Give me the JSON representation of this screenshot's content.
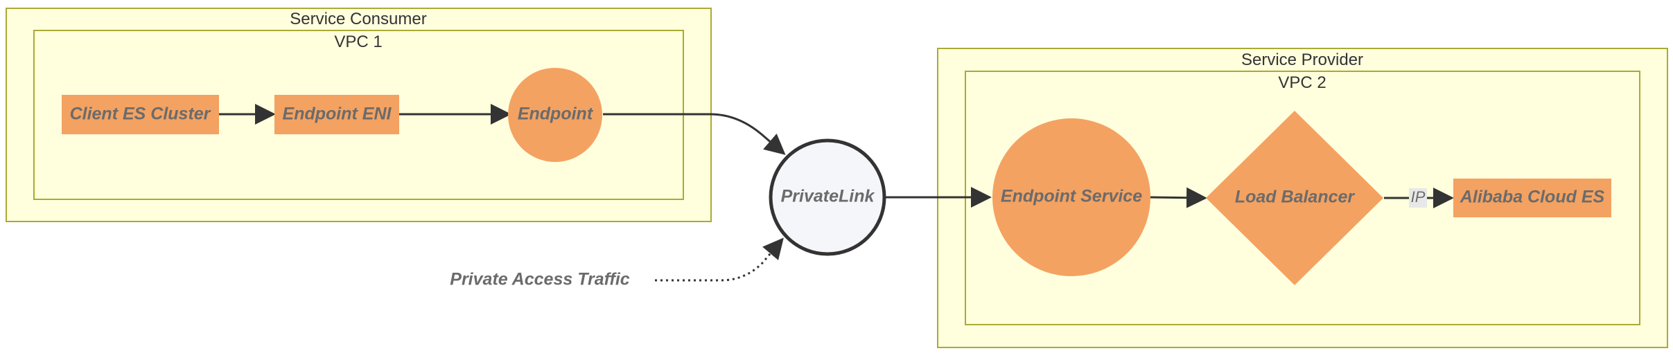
{
  "clusters": {
    "consumer": {
      "title": "Service Consumer",
      "inner_title": "VPC 1"
    },
    "provider": {
      "title": "Service Provider",
      "inner_title": "VPC 2"
    }
  },
  "nodes": {
    "client_es_cluster": "Client ES Cluster",
    "endpoint_eni": "Endpoint ENI",
    "endpoint": "Endpoint",
    "privatelink": "PrivateLink",
    "private_access_traffic": "Private Access Traffic",
    "endpoint_service": "Endpoint Service",
    "load_balancer": "Load Balancer",
    "alibaba_cloud_es": "Alibaba Cloud ES"
  },
  "edges": {
    "ip_label": "IP"
  },
  "colors": {
    "node_fill": "#f4a261",
    "cluster_fill": "#ffffde",
    "cluster_stroke": "#aaaa33",
    "edge": "#333333"
  }
}
